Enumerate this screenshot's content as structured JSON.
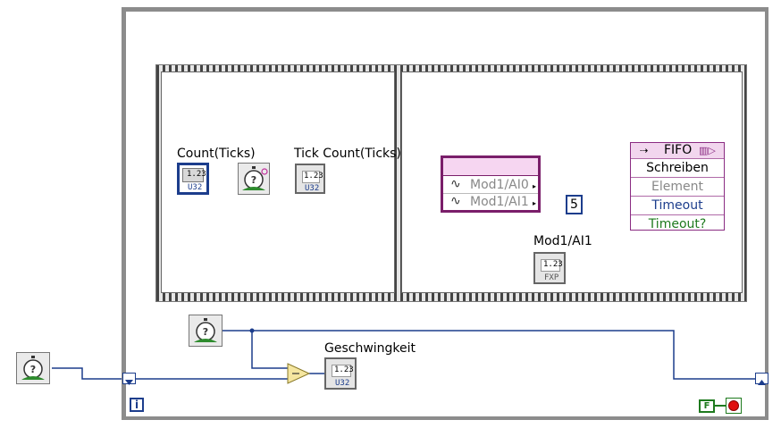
{
  "frame1": {
    "count_label": "Count(Ticks)",
    "tick_label": "Tick Count(Ticks)",
    "count_badge": "1.23",
    "count_type": "U32",
    "tick_badge": "1.23",
    "tick_type": "U32"
  },
  "frame2": {
    "channel0": "Mod1/AI0",
    "channel1": "Mod1/AI1",
    "indicator_label": "Mod1/AI1",
    "indicator_badge": "1.23",
    "indicator_type": "FXP",
    "constant": "5",
    "fifo_title": "FIFO",
    "fifo_method": "Schreiben",
    "fifo_element": "Element",
    "fifo_timeout": "Timeout",
    "fifo_timeout_out": "Timeout?"
  },
  "bottom": {
    "speed_label": "Geschwingkeit",
    "speed_badge": "1.23",
    "speed_type": "U32",
    "iteration": "i",
    "stop_const": "F"
  },
  "colors": {
    "wire_blue": "#1c3d8c",
    "wire_pink": "#b84b9b",
    "fifo_purple": "#8a2b82",
    "node_purple": "#7a1e6a",
    "bool_green": "#1e7a1e",
    "stop_red": "#e01010"
  }
}
